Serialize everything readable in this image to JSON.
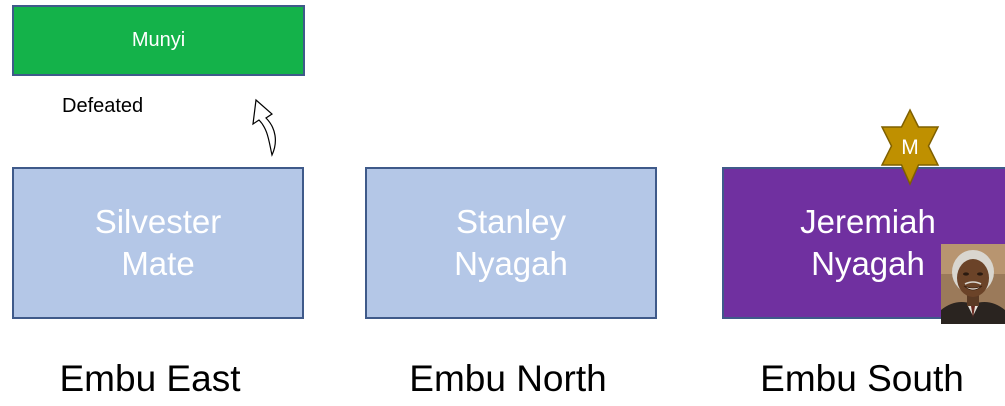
{
  "parent": {
    "name": "Munyi",
    "relation_label": "Defeated"
  },
  "candidates": [
    {
      "name_line1": "Silvester",
      "name_line2": "Mate",
      "constituency": "Embu East",
      "fill": "#b4c7e7",
      "text_color": "#ffffff"
    },
    {
      "name_line1": "Stanley",
      "name_line2": "Nyagah",
      "constituency": "Embu North",
      "fill": "#b4c7e7",
      "text_color": "#ffffff"
    },
    {
      "name_line1": "Jeremiah",
      "name_line2": "Nyagah",
      "constituency": "Embu South",
      "fill": "#7030a0",
      "text_color": "#ffffff"
    }
  ],
  "badge": {
    "letter": "M",
    "icon": "star-of-david-icon",
    "fill": "#bf9000"
  },
  "colors": {
    "munyi_fill": "#14b24a",
    "box_border": "#3f5a8a"
  }
}
